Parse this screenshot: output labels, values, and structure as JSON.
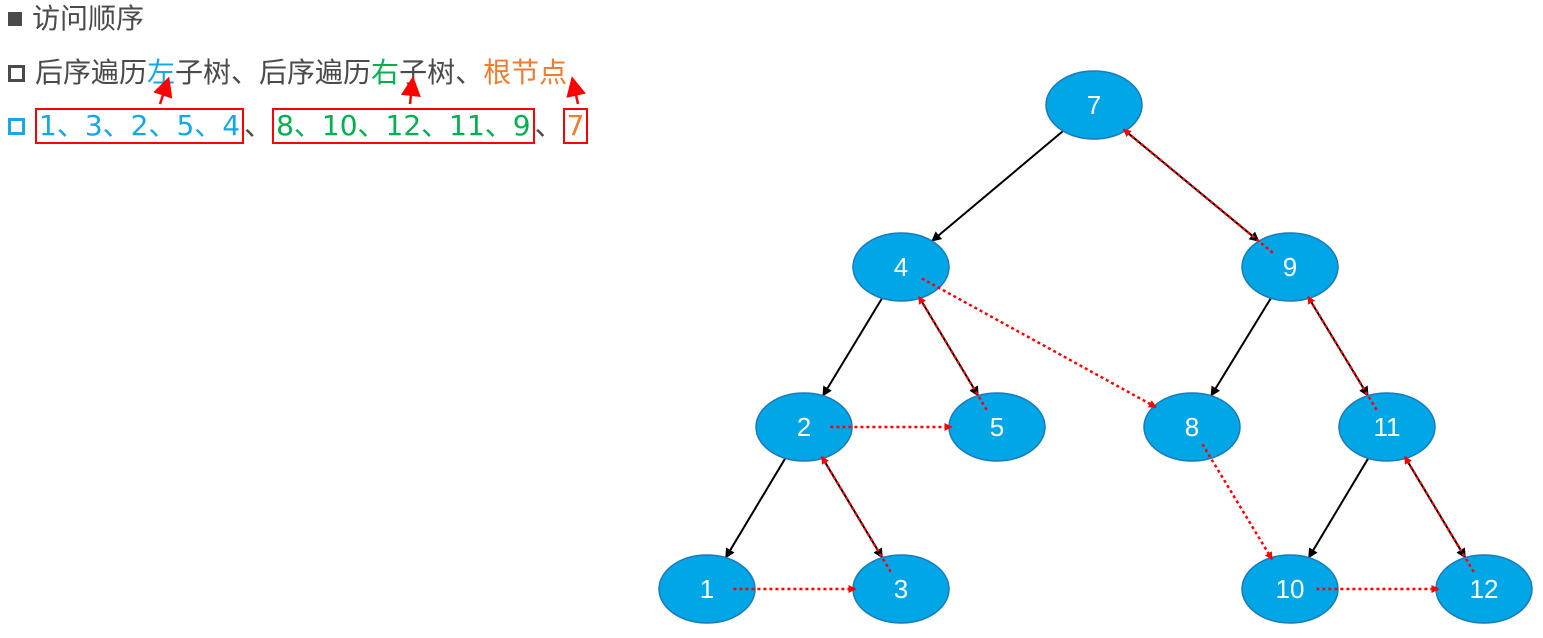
{
  "heading": {
    "title": "访问顺序"
  },
  "rule": {
    "part1": "后序遍历",
    "left_word": "左",
    "part2": "子树、后序遍历",
    "right_word": "右",
    "part3": "子树、",
    "root_word": "根节点"
  },
  "sequence": {
    "left_group": "1、3、2、5、4",
    "sep1": "、",
    "right_group": "8、10、12、11、9",
    "sep2": "、",
    "root_group": "7"
  },
  "tree": {
    "nodes": [
      {
        "id": "n7",
        "label": "7"
      },
      {
        "id": "n4",
        "label": "4"
      },
      {
        "id": "n9",
        "label": "9"
      },
      {
        "id": "n2",
        "label": "2"
      },
      {
        "id": "n5",
        "label": "5"
      },
      {
        "id": "n8",
        "label": "8"
      },
      {
        "id": "n11",
        "label": "11"
      },
      {
        "id": "n1",
        "label": "1"
      },
      {
        "id": "n3",
        "label": "3"
      },
      {
        "id": "n10",
        "label": "10"
      },
      {
        "id": "n12",
        "label": "12"
      }
    ],
    "edges": [
      [
        "n7",
        "n4"
      ],
      [
        "n7",
        "n9"
      ],
      [
        "n4",
        "n2"
      ],
      [
        "n4",
        "n5"
      ],
      [
        "n9",
        "n8"
      ],
      [
        "n9",
        "n11"
      ],
      [
        "n2",
        "n1"
      ],
      [
        "n2",
        "n3"
      ],
      [
        "n11",
        "n10"
      ],
      [
        "n11",
        "n12"
      ]
    ],
    "traversal_path": [
      "n1",
      "n3",
      "n2",
      "n5",
      "n4",
      "n8",
      "n10",
      "n12",
      "n11",
      "n9",
      "n7"
    ],
    "colors": {
      "node_fill": "#00a6e6",
      "node_stroke": "#1a7bbd",
      "edge": "#000000",
      "traversal": "#ff0000"
    }
  }
}
